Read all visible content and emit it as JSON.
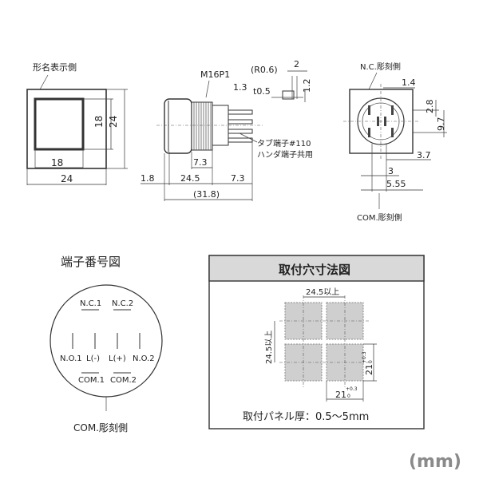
{
  "front_view": {
    "label": "形名表示側",
    "dim_inner_w": "18",
    "dim_outer_w": "24",
    "dim_inner_h": "18",
    "dim_outer_h": "24"
  },
  "side_view": {
    "thread": "M16P1",
    "radius": "(R0.6)",
    "dim_2": "2",
    "dim_1_3": "1.3",
    "dim_0_5": "t0.5",
    "dim_1_2": "1.2",
    "tab_note": "タブ端子#110",
    "solder_note": "ハンダ端子共用",
    "dim_1_8": "1.8",
    "dim_24_5": "24.5",
    "dim_7_3a": "7.3",
    "dim_7_3b": "7.3",
    "dim_31_8": "(31.8)"
  },
  "rear_view": {
    "nc_label": "N.C.彫刻側",
    "dim_1_4": "1.4",
    "dim_2_8": "2.8",
    "dim_9_7": "9.7",
    "dim_3_7": "3.7",
    "dim_3": "3",
    "dim_5_55": "5.55",
    "com_label": "COM.彫刻側"
  },
  "terminal_diagram": {
    "title": "端子番号図",
    "labels": {
      "nc1": "N.C.1",
      "nc2": "N.C.2",
      "no1": "N.O.1",
      "lminus": "L(-)",
      "lplus": "L(+)",
      "no2": "N.O.2",
      "com1": "COM.1",
      "com2": "COM.2"
    },
    "com_side": "COM.彫刻側"
  },
  "mounting": {
    "title": "取付穴寸法図",
    "pitch_h": "24.5以上",
    "pitch_v": "24.5以上",
    "hole_w": "21",
    "hole_h": "21",
    "tol_plus": "+0.3",
    "tol_zero": "0",
    "panel_note": "取付パネル厚：0.5～5mm"
  },
  "unit": "(mm)"
}
